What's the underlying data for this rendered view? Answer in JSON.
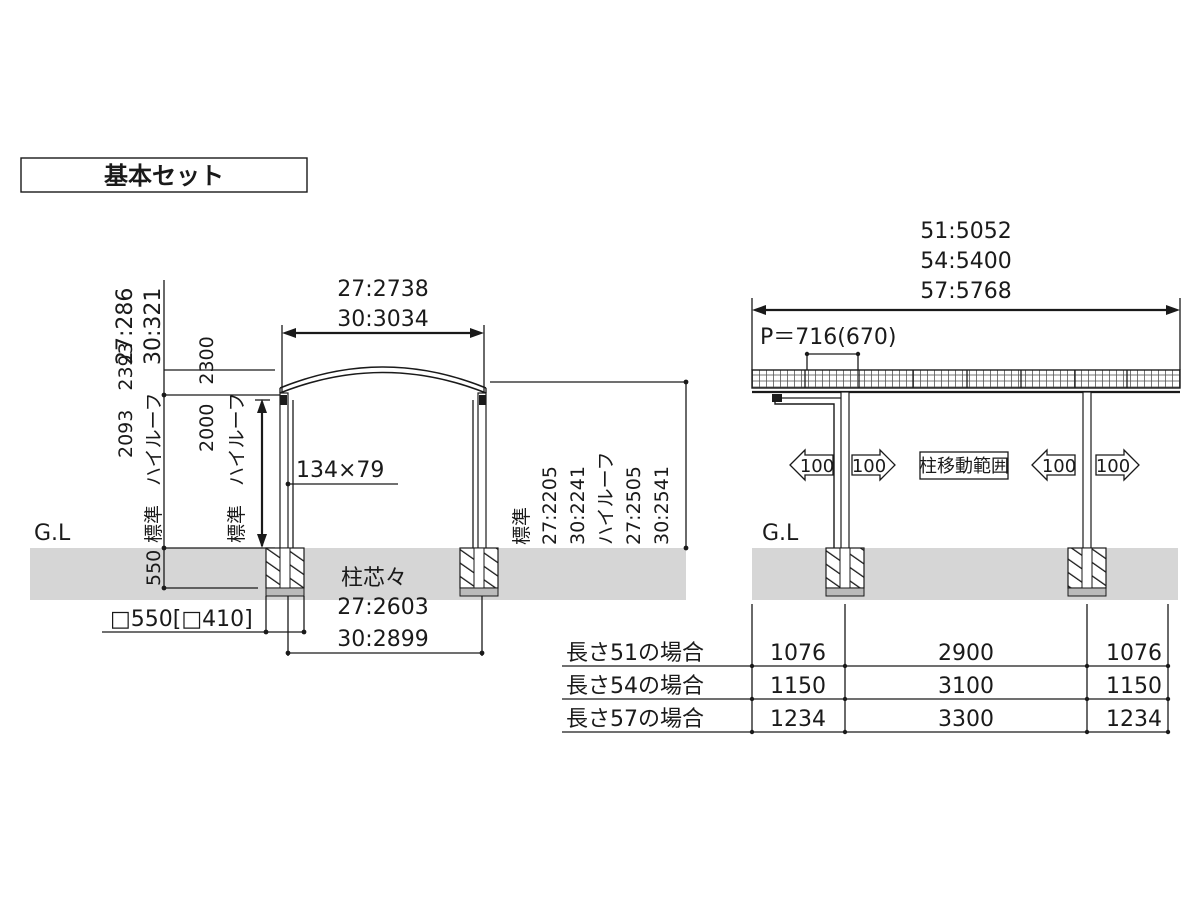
{
  "title": "基本セット",
  "front_view": {
    "roof_height_label_1": "27:286",
    "roof_height_label_2": "30:321",
    "width_label_1": "27:2738",
    "width_label_2": "30:3034",
    "left_height_pair": "2093　2393",
    "left_roof_label": "標準　ハイルーフ",
    "inner_height_pair": "2000　2300",
    "inner_roof_label": "標準　ハイルーフ",
    "post_size": "134×79",
    "right_standard": "標準",
    "right_h1": "27:2205",
    "right_h2": "30:2241",
    "right_highroof": "ハイルーフ",
    "right_h3": "27:2505",
    "right_h4": "30:2541",
    "gl_label": "G.L",
    "depth_label": "550",
    "foundation_label": "□550[□410]",
    "center_label": "柱芯々",
    "center_1": "27:2603",
    "center_2": "30:2899"
  },
  "side_view": {
    "length_1": "51:5052",
    "length_2": "54:5400",
    "length_3": "57:5768",
    "pitch_label": "P＝716(670)",
    "arrow_1": "100",
    "arrow_2": "100",
    "range_label": "柱移動範囲",
    "arrow_3": "100",
    "arrow_4": "100",
    "gl_label": "G.L"
  },
  "table": {
    "rows": [
      {
        "label": "長さ51の場合",
        "a": "1076",
        "b": "2900",
        "c": "1076"
      },
      {
        "label": "長さ54の場合",
        "a": "1150",
        "b": "3100",
        "c": "1150"
      },
      {
        "label": "長さ57の場合",
        "a": "1234",
        "b": "3300",
        "c": "1234"
      }
    ]
  }
}
